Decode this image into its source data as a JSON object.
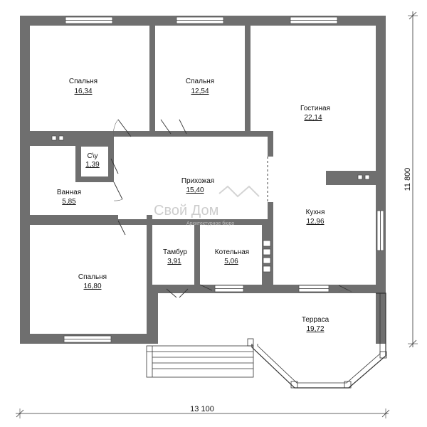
{
  "rooms": [
    {
      "id": "bedroom-1",
      "name": "Спальня",
      "area": "16,34"
    },
    {
      "id": "bedroom-2",
      "name": "Спальня",
      "area": "12,54"
    },
    {
      "id": "living-room",
      "name": "Гостиная",
      "area": "22,14"
    },
    {
      "id": "wc",
      "name": "С\\у",
      "area": "1,39"
    },
    {
      "id": "hallway",
      "name": "Прихожая",
      "area": "15,40"
    },
    {
      "id": "bathroom",
      "name": "Ванная",
      "area": "5,85"
    },
    {
      "id": "kitchen",
      "name": "Кухня",
      "area": "12,96"
    },
    {
      "id": "vestibule",
      "name": "Тамбур",
      "area": "3,91"
    },
    {
      "id": "boiler-room",
      "name": "Котельная",
      "area": "5,06"
    },
    {
      "id": "bedroom-3",
      "name": "Спальня",
      "area": "16,80"
    },
    {
      "id": "terrace",
      "name": "Терраса",
      "area": "19,72"
    }
  ],
  "dimensions": {
    "width": "13 100",
    "height": "11 800"
  },
  "watermark": {
    "logo_text": "Свой Дом",
    "subtitle": "Архитектурное бюро"
  },
  "colors": {
    "wall": "#6f6f6f",
    "line": "#333333",
    "watermark": "#c8c8c8"
  }
}
